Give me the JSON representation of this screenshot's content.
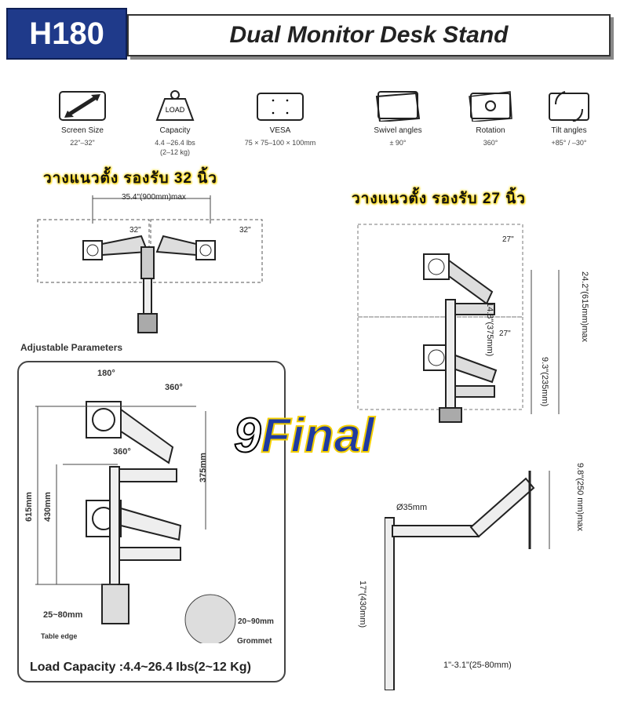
{
  "header": {
    "model": "H180",
    "title": "Dual Monitor Desk Stand"
  },
  "features": [
    {
      "icon": "screen-size-icon",
      "label": "Screen Size",
      "value": "22\"–32\""
    },
    {
      "icon": "load-weight-icon",
      "icon_text": "LOAD",
      "label": "Capacity",
      "value": "4.4 –26.4 lbs",
      "value2": "(2–12 kg)"
    },
    {
      "icon": "vesa-icon",
      "label": "VESA",
      "value": "75 × 75–100 × 100mm"
    },
    {
      "icon": "swivel-icon",
      "label": "Swivel angles",
      "value": "± 90°"
    },
    {
      "icon": "rotation-icon",
      "label": "Rotation",
      "value": "360°"
    },
    {
      "icon": "tilt-icon",
      "label": "Tilt angles",
      "value": "+85°  /  –30°"
    }
  ],
  "horizontal": {
    "caption": "วางแนวตั้ง รองรับ 32 นิ้ว",
    "width": "35.4\"(900mm)max",
    "screen_left": "32\"",
    "screen_right": "32\""
  },
  "vertical": {
    "caption": "วางแนวตั้ง รองรับ 27 นิ้ว",
    "screen_top": "27\"",
    "screen_bottom": "27\"",
    "dim1": "14.8\"(375mm)",
    "dim2": "24.2\"(615mm)max",
    "dim3": "9.3\"(235mm)"
  },
  "adjustable": {
    "title": "Adjustable Parameters",
    "rot1": "180°",
    "rot2": "360°",
    "rot3": "360°",
    "d615": "615mm",
    "d430": "430mm",
    "d375": "375mm",
    "clamp": "25~80mm",
    "table_edge": "Table edge",
    "grommet_range": "20~90mm",
    "grommet": "Grommet",
    "load": "Load Capacity :4.4~26.4 Ibs(2~12 Kg)"
  },
  "logo": {
    "num": "9",
    "word": "Final"
  },
  "side": {
    "pole": "Ø35mm",
    "height": "17\"(430mm)",
    "tilt": "9.8\"(250 mm)max",
    "clamp": "1\"-3.1\"(25-80mm)"
  }
}
